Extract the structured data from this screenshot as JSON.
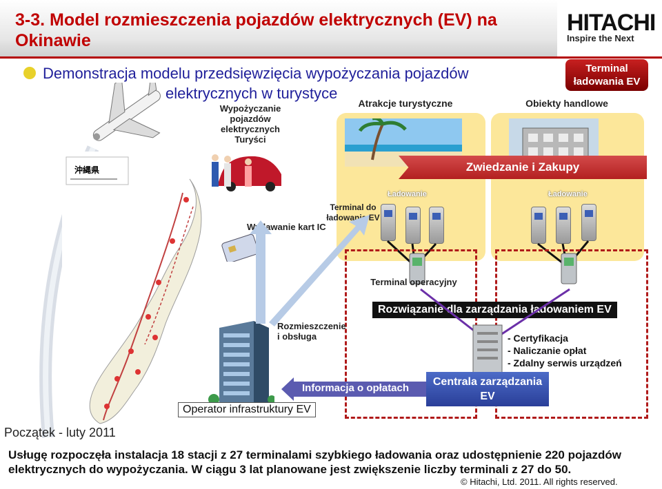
{
  "header": {
    "title": "3-3. Model rozmieszczenia pojazdów elektrycznych (EV) na Okinawie",
    "logo_main": "HITACHI",
    "logo_sub": "Inspire the Next"
  },
  "subtitle": {
    "line1": "Demonstracja modelu przedsięwzięcia wypożyczania pojazdów",
    "line2": "elektrycznych w turystyce"
  },
  "badge": {
    "text": "Terminal ładowania EV"
  },
  "labels": {
    "rental": "Wypożyczanie pojazdów elektrycznych Turyści",
    "attractions": "Atrakcje turystyczne",
    "shops": "Obiekty handlowe",
    "sightseeing": "Zwiedzanie i Zakupy",
    "ic_cards": "Wydawanie kart IC",
    "charging_terminal": "Terminal do ładowania EV",
    "charging_left": "Ładowanie",
    "charging_right": "Ładowanie",
    "operating_terminal": "Terminal operacyjny",
    "solution": "Rozwiązanie dla zarządzania ładowaniem EV",
    "deployment": "Rozmieszczenie i obsługa",
    "functions": [
      "- Certyfikacja",
      "- Naliczanie opłat",
      "- Zdalny serwis urządzeń"
    ],
    "fee_info": "Informacja o opłatach",
    "center": "Centrala zarządzania EV",
    "operator": "Operator infrastruktury EV",
    "start": "Początek - luty 2011",
    "map_title": "沖縄県"
  },
  "footer": {
    "text": "Usługę rozpoczęła instalacja 18 stacji z 27 terminalami szybkiego ładowania oraz udostępnienie 220 pojazdów elektrycznych do wypożyczania. W ciągu 3 lat planowane jest zwiększenie liczby terminali z 27 do 50.",
    "copyright": "© Hitachi, Ltd. 2011. All rights reserved."
  },
  "colors": {
    "title": "#c00000",
    "subtitle": "#1f1f9a",
    "panel": "#fce79a",
    "band": "#c03030",
    "dash": "#b01a1a"
  }
}
